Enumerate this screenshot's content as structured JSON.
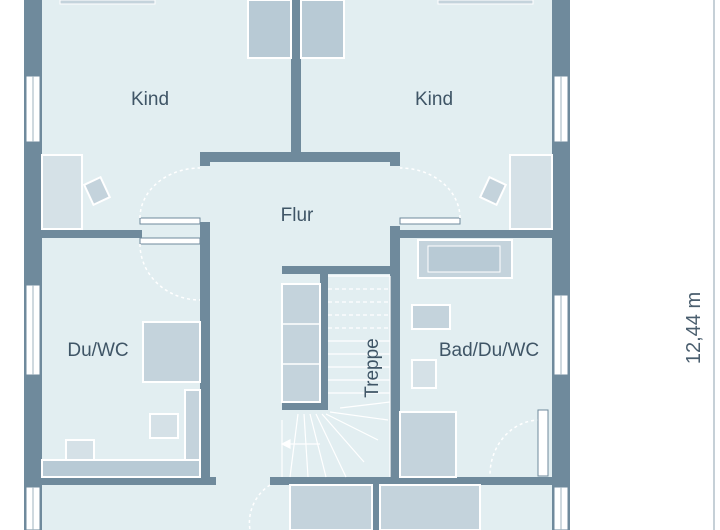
{
  "rooms": {
    "kind_left": "Kind",
    "kind_right": "Kind",
    "flur": "Flur",
    "du_wc": "Du/WC",
    "treppe": "Treppe",
    "bad_du_wc": "Bad/Du/WC"
  },
  "dimension": {
    "depth": "12,44 m"
  },
  "colors": {
    "wall": "#6f8a9c",
    "floor": "#e2eef1",
    "furniture": "#c4d3dc",
    "window": "#ffffff",
    "outline": "#ffffff"
  }
}
